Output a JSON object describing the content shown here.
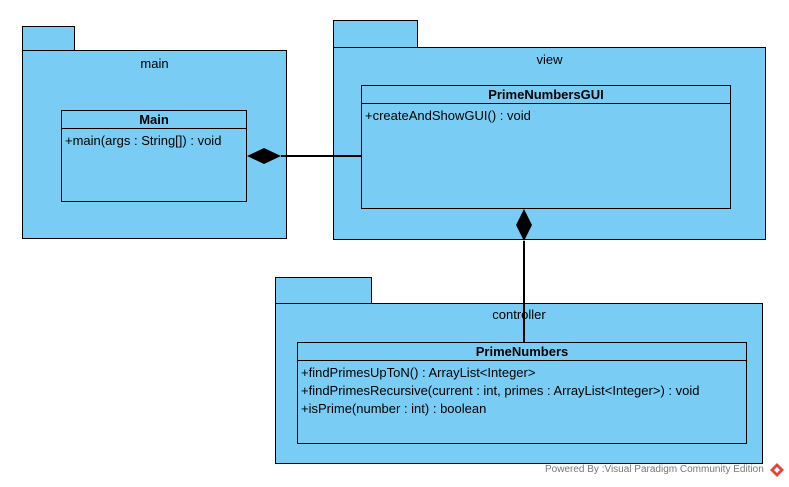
{
  "colors": {
    "package_fill": "#79cdf4",
    "class_fill": "#79cdf4",
    "line": "#000000",
    "footer_text": "#777777",
    "logo": "#e0443a"
  },
  "packages": {
    "main": {
      "label": "main",
      "class": {
        "name": "Main",
        "operations": [
          "+main(args : String[]) : void"
        ]
      }
    },
    "view": {
      "label": "view",
      "class": {
        "name": "PrimeNumbersGUI",
        "operations": [
          "+createAndShowGUI() : void"
        ]
      }
    },
    "controller": {
      "label": "controller",
      "class": {
        "name": "PrimeNumbers",
        "operations": [
          "+findPrimesUpToN() : ArrayList<Integer>",
          "+findPrimesRecursive(current : int, primes : ArrayList<Integer>) : void",
          "+isPrime(number : int) : boolean"
        ]
      }
    }
  },
  "relationships": [
    {
      "type": "composition",
      "whole": "Main",
      "part": "PrimeNumbersGUI"
    },
    {
      "type": "composition",
      "whole": "PrimeNumbersGUI",
      "part": "PrimeNumbers"
    }
  ],
  "footer": {
    "text": "Powered By :Visual Paradigm Community Edition",
    "logo_icon": "visual-paradigm-logo-icon"
  }
}
